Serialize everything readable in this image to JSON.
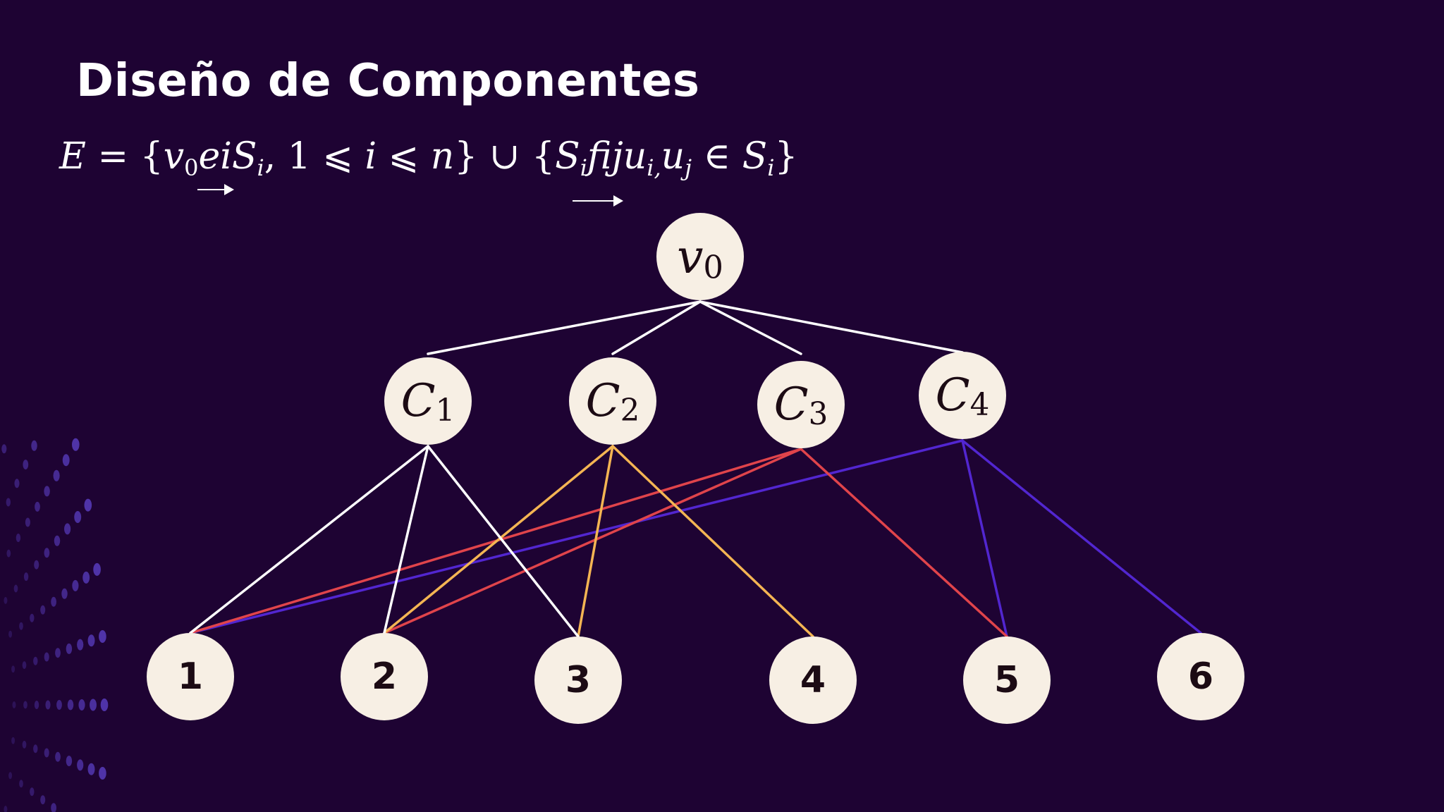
{
  "title": "Diseño de Componentes",
  "formula": {
    "lhs": "E",
    "eq": " = {",
    "v": "v",
    "v_sub": "0",
    "ei": "ei",
    "S1": "S",
    "S1_sub": "i",
    "cond": ", 1 ⩽ ",
    "i1": "i",
    "le2": " ⩽ ",
    "n": "n",
    "mid": "} ∪ {",
    "S2": "S",
    "S2_sub": "i",
    "fij": "fij",
    "u1": "u",
    "u1_sub": "i,",
    "u2": "u",
    "u2_sub": "j",
    "in": " ∈ ",
    "S3": "S",
    "S3_sub": "i",
    "close": "}"
  },
  "colors": {
    "background": "#1e0333",
    "node_fill": "#f7efe4",
    "edge_c1": "#ffffff",
    "edge_c2": "#f4b553",
    "edge_c3": "#e0444b",
    "edge_c4": "#5226d0"
  },
  "nodes": {
    "root": {
      "label": "v",
      "sub": "0"
    },
    "components": [
      {
        "label": "C",
        "sub": "1"
      },
      {
        "label": "C",
        "sub": "2"
      },
      {
        "label": "C",
        "sub": "3"
      },
      {
        "label": "C",
        "sub": "4"
      }
    ],
    "elements": [
      "1",
      "2",
      "3",
      "4",
      "5",
      "6"
    ]
  },
  "edges": {
    "root_to_components": [
      1,
      2,
      3,
      4
    ],
    "component_to_elements": [
      {
        "component": 1,
        "elements": [
          1,
          2,
          3
        ],
        "color": "#ffffff"
      },
      {
        "component": 2,
        "elements": [
          2,
          3,
          4
        ],
        "color": "#f4b553"
      },
      {
        "component": 3,
        "elements": [
          1,
          2,
          5
        ],
        "color": "#e0444b"
      },
      {
        "component": 4,
        "elements": [
          1,
          5,
          6
        ],
        "color": "#5226d0"
      }
    ]
  }
}
